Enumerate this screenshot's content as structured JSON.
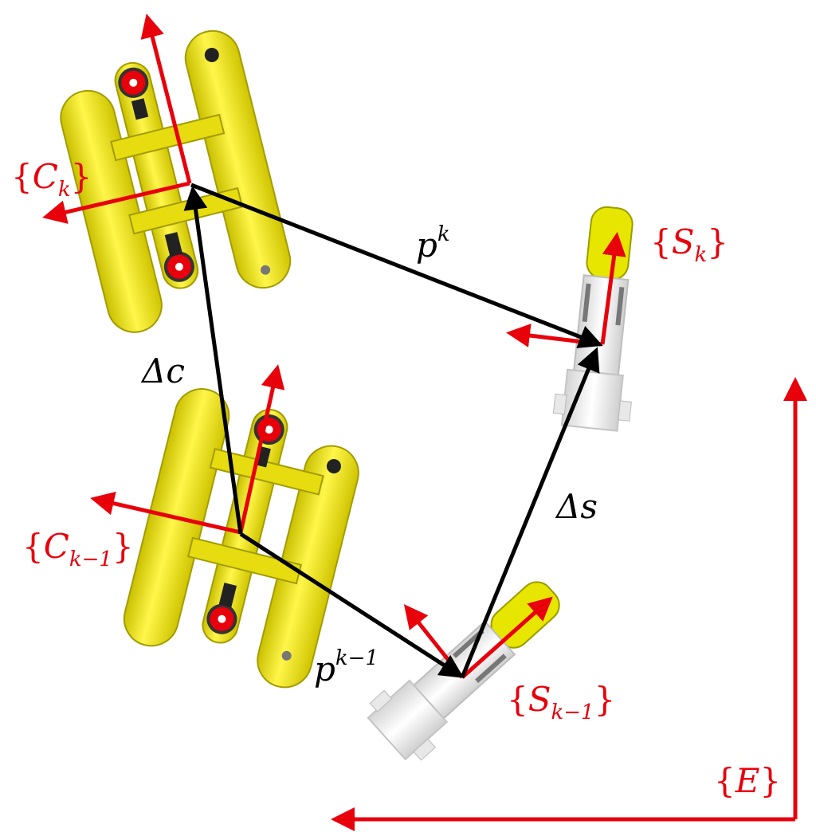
{
  "diagram": {
    "frame_labels": {
      "C_k": {
        "brace_open": "{",
        "main": "C",
        "sub": "k",
        "brace_close": "}"
      },
      "C_km1": {
        "brace_open": "{",
        "main": "C",
        "sub": "k−1",
        "brace_close": "}"
      },
      "S_k": {
        "brace_open": "{",
        "main": "S",
        "sub": "k",
        "brace_close": "}"
      },
      "S_km1": {
        "brace_open": "{",
        "main": "S",
        "sub": "k−1",
        "brace_close": "}"
      },
      "E": {
        "brace_open": "{",
        "main": "E",
        "brace_close": "}"
      }
    },
    "vector_labels": {
      "p_k": {
        "main": "p",
        "sup": "k"
      },
      "p_km1": {
        "main": "p",
        "sup": "k−1"
      },
      "delta_c": {
        "text": "Δc"
      },
      "delta_s": {
        "text": "Δs"
      }
    },
    "colors": {
      "frame_axes": "#e8000b",
      "vectors": "#000000",
      "catamaran_hull": "#f0e614",
      "sensor_head": "#e6e600",
      "sensor_body": "#ececec"
    }
  }
}
